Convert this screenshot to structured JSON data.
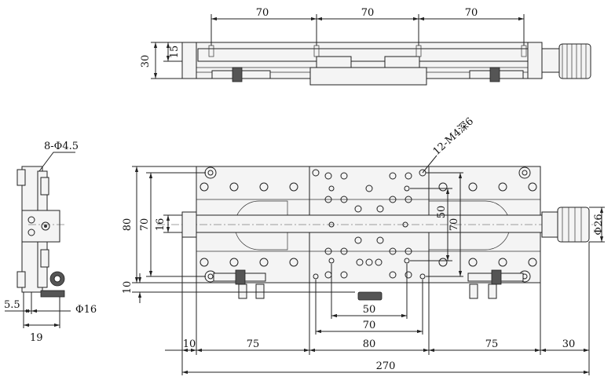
{
  "labels": {
    "top_70_a": "70",
    "top_70_b": "70",
    "top_70_c": "70",
    "top_30": "30",
    "top_15": "15",
    "side_holes": "8-Φ4.5",
    "side_55": "5.5",
    "side_phi16": "Φ16",
    "side_19": "19",
    "thread_note": "12-M4深6",
    "left_80": "80",
    "left_70": "70",
    "left_16": "16",
    "left_10": "10",
    "mid_50_v": "50",
    "mid_70_v": "70",
    "knob_phi26": "Φ26",
    "bot_50": "50",
    "bot_70": "70",
    "bot_10": "10",
    "bot_75_a": "75",
    "bot_80": "80",
    "bot_75_b": "75",
    "bot_30": "30",
    "bot_270": "270"
  }
}
